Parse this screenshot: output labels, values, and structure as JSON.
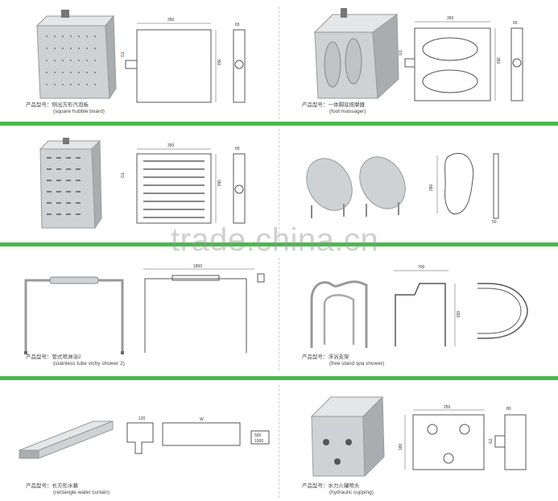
{
  "watermark": "trade.china.cn",
  "prefix": "产品型号：",
  "products": [
    {
      "cn": "侧出方形汽泡板",
      "en": "(square hubble board)",
      "dims": [
        "350",
        "350",
        "65",
        "G1"
      ]
    },
    {
      "cn": "一体脚底按摩器",
      "en": "(foot massager)",
      "dims": [
        "350",
        "350",
        "65",
        "G1"
      ]
    },
    {
      "cn": "",
      "en": "",
      "dims": [
        "350",
        "350",
        "65",
        "G1"
      ]
    },
    {
      "cn": "",
      "en": "",
      "dims": [
        "280",
        "50"
      ]
    },
    {
      "cn": "管式喷淋浴2",
      "en": "(stainless tube vichy shower 2)",
      "dims": [
        "1800"
      ]
    },
    {
      "cn": "浮浴支架",
      "en": "(free stand spa shower)",
      "dims": [
        "700",
        "650"
      ]
    },
    {
      "cn": "长方形水幕",
      "en": "(rectangle water curtain)",
      "dims": [
        "120",
        "W",
        "500",
        "1000"
      ]
    },
    {
      "cn": "水力火罐喷头",
      "en": "(hydraulic cupping)",
      "dims": [
        "250",
        "180",
        "80",
        "G2"
      ]
    }
  ]
}
